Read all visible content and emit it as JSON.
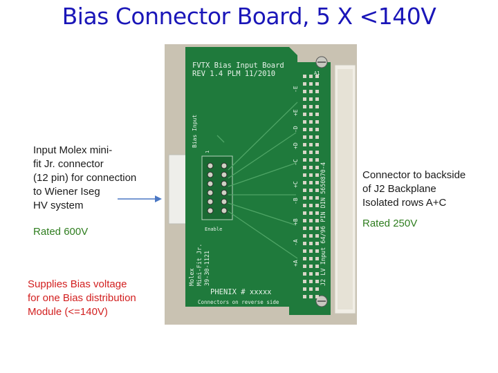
{
  "title": "Bias Connector Board, 5 X <140V",
  "left": {
    "molex_lines": [
      "Input Molex mini-",
      "fit Jr. connector",
      "(12 pin) for connection",
      "to Wiener Iseg",
      "HV system"
    ],
    "rating": "Rated 600V",
    "supply_lines": [
      "Supplies Bias voltage",
      "for one Bias distribution",
      "Module (<=140V)"
    ]
  },
  "right": {
    "connector_lines": [
      "Connector to backside",
      "of J2 Backplane",
      "Isolated rows A+C"
    ],
    "rating": "Rated 250V"
  },
  "board": {
    "line1": "FVTX Bias Input Board",
    "line2": "REV 1.4 PLM  11/2010",
    "bias_input": "Bias Input",
    "pin1": "1",
    "enable": "Enable",
    "molex_label": [
      "Molex",
      "Mini-Fit Jr.",
      "39-30-1121"
    ],
    "phenix": "PHENIX # xxxxx",
    "reverse": "Connectors on reverse side",
    "j2": "J2 LV Input   64/96 PIN DIN   5650870-4",
    "a1": "A1",
    "pins": [
      "-E",
      "+E",
      "-D",
      "+D",
      "-C",
      "+C",
      "-B",
      "+B",
      "-A",
      "+A"
    ]
  },
  "colors": {
    "title": "#1a16b8",
    "red": "#d21e1e",
    "green": "#2e7d1e",
    "arrow": "#4a77c4",
    "pcb": "#1f7a3c"
  }
}
